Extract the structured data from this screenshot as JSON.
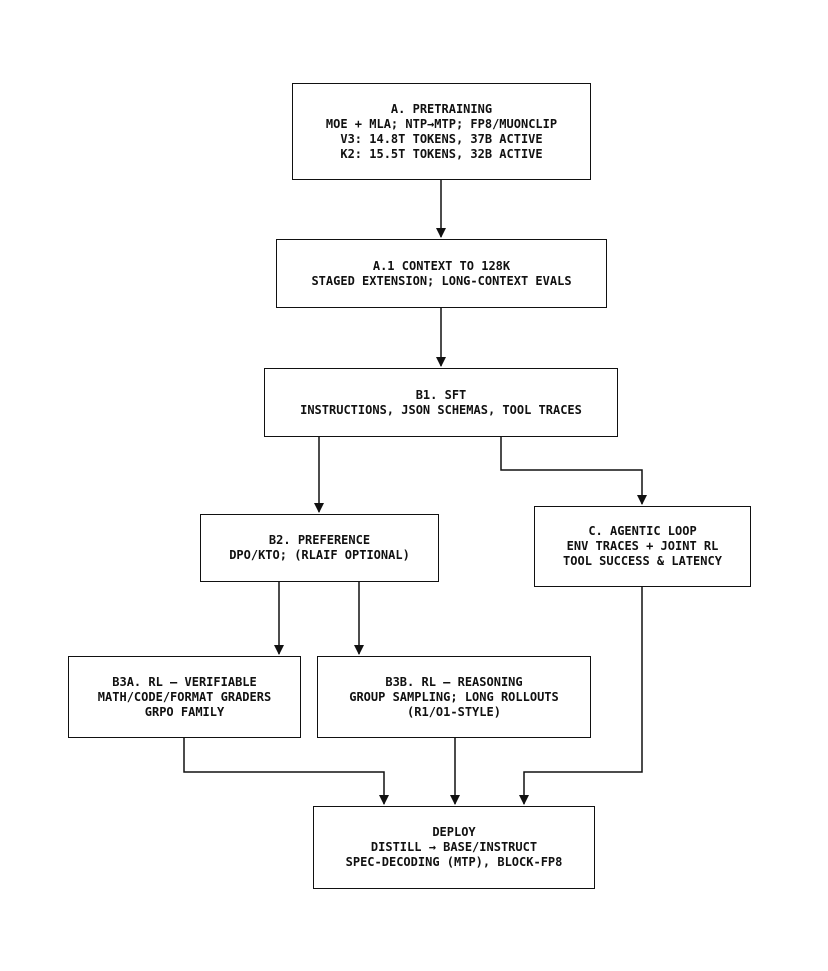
{
  "colors": {
    "stroke": "#111111",
    "background": "#ffffff",
    "text": "#111111"
  },
  "nodes": {
    "pretraining": {
      "lines": [
        "A. PRETRAINING",
        "MOE + MLA; NTP→MTP; FP8/MUONCLIP",
        "V3: 14.8T TOKENS, 37B ACTIVE",
        "K2: 15.5T TOKENS, 32B ACTIVE"
      ]
    },
    "context": {
      "lines": [
        "A.1 CONTEXT TO 128K",
        "STAGED EXTENSION; LONG-CONTEXT EVALS"
      ]
    },
    "sft": {
      "lines": [
        "B1. SFT",
        "INSTRUCTIONS, JSON SCHEMAS, TOOL TRACES"
      ]
    },
    "preference": {
      "lines": [
        "B2. PREFERENCE",
        "DPO/KTO; (RLAIF OPTIONAL)"
      ]
    },
    "agentic": {
      "lines": [
        "C. AGENTIC LOOP",
        "ENV TRACES + JOINT RL",
        "TOOL SUCCESS & LATENCY"
      ]
    },
    "rl_verifiable": {
      "lines": [
        "B3A. RL — VERIFIABLE",
        "MATH/CODE/FORMAT GRADERS",
        "GRPO FAMILY"
      ]
    },
    "rl_reasoning": {
      "lines": [
        "B3B. RL — REASONING",
        "GROUP SAMPLING; LONG ROLLOUTS",
        "(R1/O1-STYLE)"
      ]
    },
    "deploy": {
      "lines": [
        "DEPLOY",
        "DISTILL → BASE/INSTRUCT",
        "SPEC-DECODING (MTP), BLOCK-FP8"
      ]
    }
  },
  "edges": [
    {
      "from": "pretraining",
      "to": "context"
    },
    {
      "from": "context",
      "to": "sft"
    },
    {
      "from": "sft",
      "to": "preference"
    },
    {
      "from": "sft",
      "to": "agentic"
    },
    {
      "from": "preference",
      "to": "rl_verifiable"
    },
    {
      "from": "preference",
      "to": "rl_reasoning"
    },
    {
      "from": "rl_verifiable",
      "to": "deploy"
    },
    {
      "from": "rl_reasoning",
      "to": "deploy"
    },
    {
      "from": "agentic",
      "to": "deploy"
    }
  ]
}
